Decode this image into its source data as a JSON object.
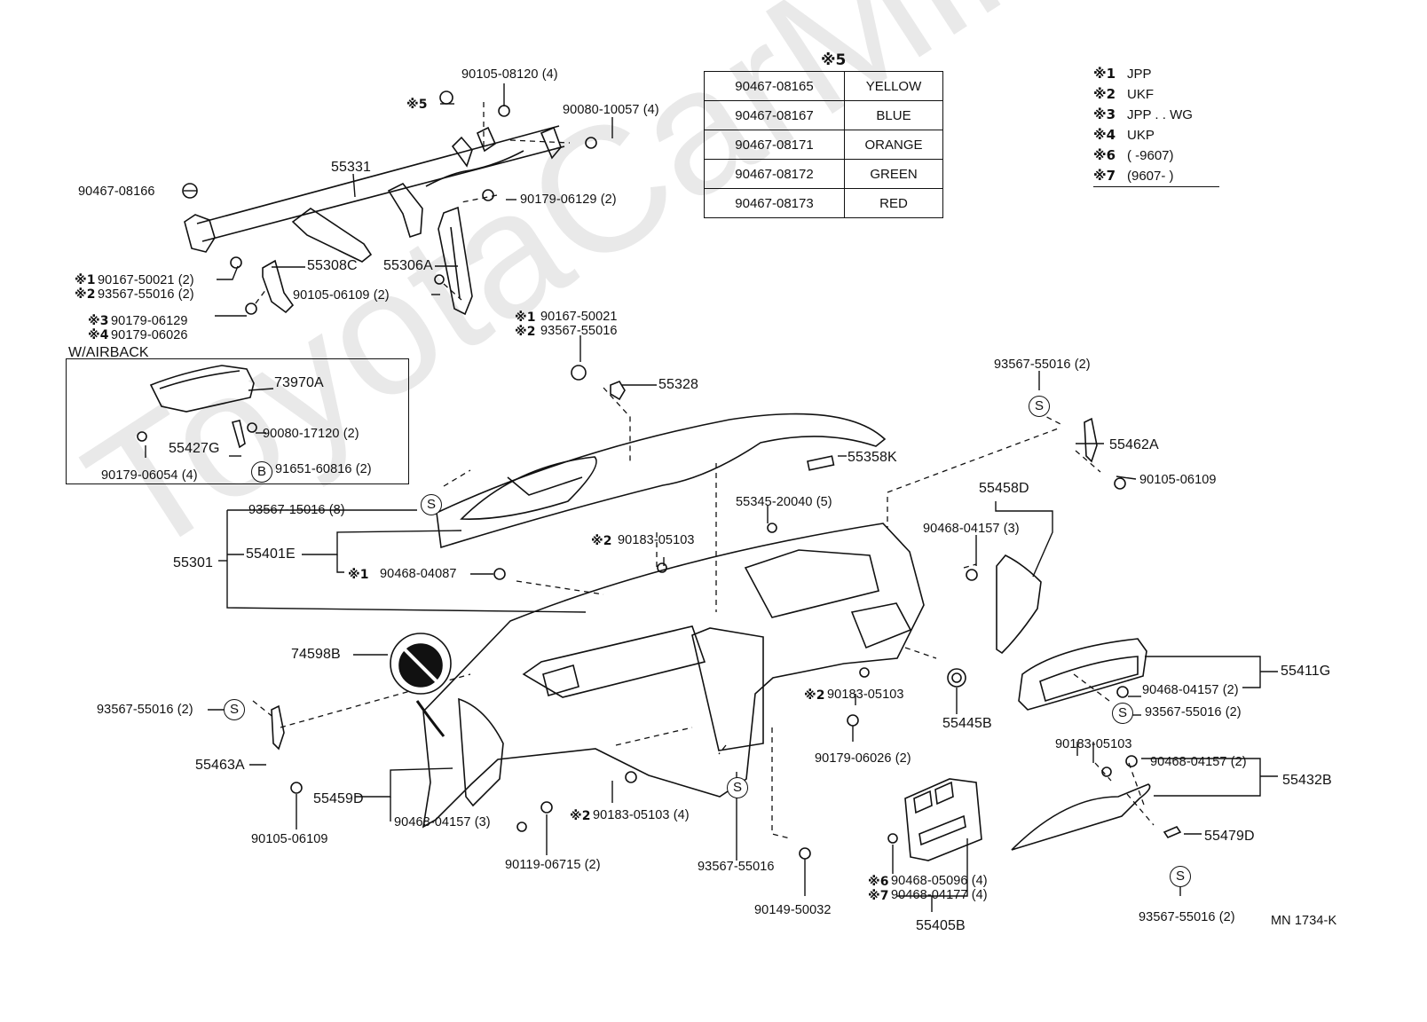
{
  "watermark": "ToyotaCarMine.ru",
  "diagram_code": "MN 1734-K",
  "color_table": {
    "title": "※5",
    "rows": [
      {
        "part": "90467-08165",
        "color": "YELLOW"
      },
      {
        "part": "90467-08167",
        "color": "BLUE"
      },
      {
        "part": "90467-08171",
        "color": "ORANGE"
      },
      {
        "part": "90467-08172",
        "color": "GREEN"
      },
      {
        "part": "90467-08173",
        "color": "RED"
      }
    ]
  },
  "legend": [
    {
      "key": "※1",
      "value": "JPP"
    },
    {
      "key": "※2",
      "value": "UKF"
    },
    {
      "key": "※3",
      "value": "JPP . . WG"
    },
    {
      "key": "※4",
      "value": "UKP"
    },
    {
      "key": "※6",
      "value": "(        -9607)"
    },
    {
      "key": "※7",
      "value": "(9607-        )"
    }
  ],
  "airbag_box": {
    "title": "W/AIRBACK",
    "labels": {
      "l73970A": "73970A",
      "l90080_17120": "90080-17120 (2)",
      "l55427G": "55427G",
      "l91651": "91651-60816 (2)",
      "l90179_06054": "90179-06054 (4)",
      "symB": "B"
    }
  },
  "symbols": {
    "s": "S",
    "b": "B"
  },
  "labels": {
    "p90105_08120": "90105-08120 (4)",
    "m5": "※5",
    "p90080_10057": "90080-10057 (4)",
    "p55331": "55331",
    "p90467_08166": "90467-08166",
    "p90179_06129_2": "90179-06129 (2)",
    "p55308C": "55308C",
    "p55306A": "55306A",
    "m1a": "※1",
    "p90167_50021_2": "90167-50021 (2)",
    "m2a": "※2",
    "p93567_55016_2a": "93567-55016 (2)",
    "p90105_06109_2": "90105-06109 (2)",
    "m3": "※3",
    "p90179_06129": "90179-06129",
    "m4": "※4",
    "p90179_06026": "90179-06026",
    "m1b": "※1",
    "p90167_50021": "90167-50021",
    "m2b": "※2",
    "p93567_55016b": "93567-55016",
    "p55328": "55328",
    "p93567_55016_2_top": "93567-55016 (2)",
    "p55462A": "55462A",
    "p55358K": "55358K",
    "p90105_06109_r": "90105-06109",
    "p55458D": "55458D",
    "p93567_15016": "93567-15016 (8)",
    "p55345": "55345-20040 (5)",
    "p90468_04157_3r": "90468-04157 (3)",
    "m2c": "※2",
    "p90183_05103a": "90183-05103",
    "p55301": "55301",
    "p55401E": "55401E",
    "m1c": "※1",
    "p90468_04087": "90468-04087",
    "p74598B": "74598B",
    "p55411G": "55411G",
    "p90468_04157_2a": "90468-04157 (2)",
    "p93567_55016_2_rg": "93567-55016 (2)",
    "p93567_55016_2_l": "93567-55016 (2)",
    "m2d": "※2",
    "p90183_05103b": "90183-05103",
    "p55445B": "55445B",
    "p55463A": "55463A",
    "p90179_06026_2": "90179-06026 (2)",
    "p90183_05103c": "90183-05103",
    "p90468_04157_2b": "90468-04157 (2)",
    "p55432B": "55432B",
    "p55459D": "55459D",
    "p90468_04157_3l": "90468-04157 (3)",
    "m2e": "※2",
    "p90183_05103_4": "90183-05103 (4)",
    "p55479D": "55479D",
    "p90105_06109_l": "90105-06109",
    "p90119_06715": "90119-06715 (2)",
    "p93567_55016_c": "93567-55016",
    "m6": "※6",
    "p90468_05096": "90468-05096 (4)",
    "m7": "※7",
    "p90468_04177": "90468-04177 (4)",
    "p90149_50032": "90149-50032",
    "p55405B": "55405B",
    "p93567_55016_2_br": "93567-55016 (2)"
  }
}
